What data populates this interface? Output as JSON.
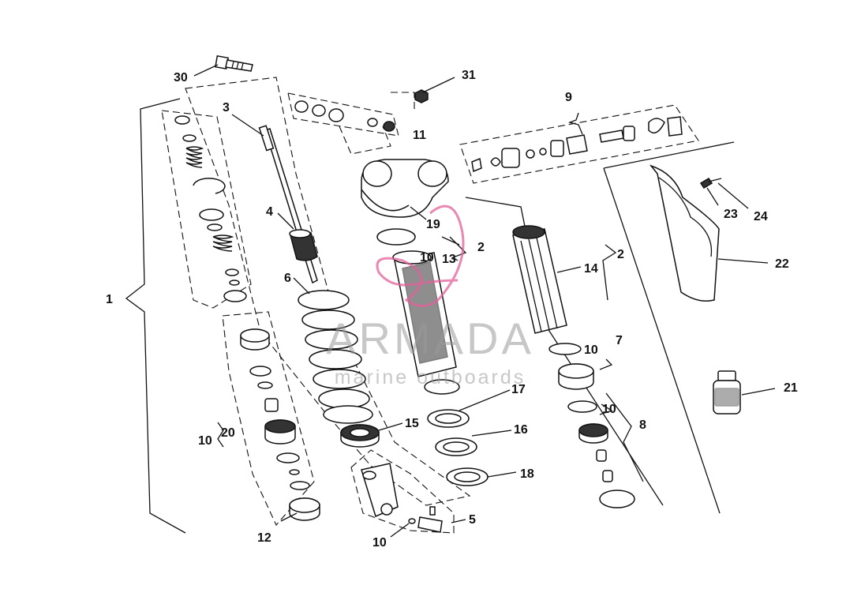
{
  "callouts": {
    "c1": "1",
    "c2a": "2",
    "c2b": "2",
    "c3": "3",
    "c4": "4",
    "c5": "5",
    "c6": "6",
    "c7": "7",
    "c8": "8",
    "c9": "9",
    "c10a": "10",
    "c10b": "10",
    "c10c": "10",
    "c10d": "10",
    "c10e": "10",
    "c11": "11",
    "c12": "12",
    "c13": "13",
    "c14": "14",
    "c15": "15",
    "c16": "16",
    "c17": "17",
    "c18": "18",
    "c19": "19",
    "c20": "20",
    "c21": "21",
    "c22": "22",
    "c23": "23",
    "c24": "24",
    "c30": "30",
    "c31": "31"
  },
  "watermark": {
    "brand": "ARMADA",
    "tagline": "marine outboards",
    "color": "#e0609a"
  }
}
